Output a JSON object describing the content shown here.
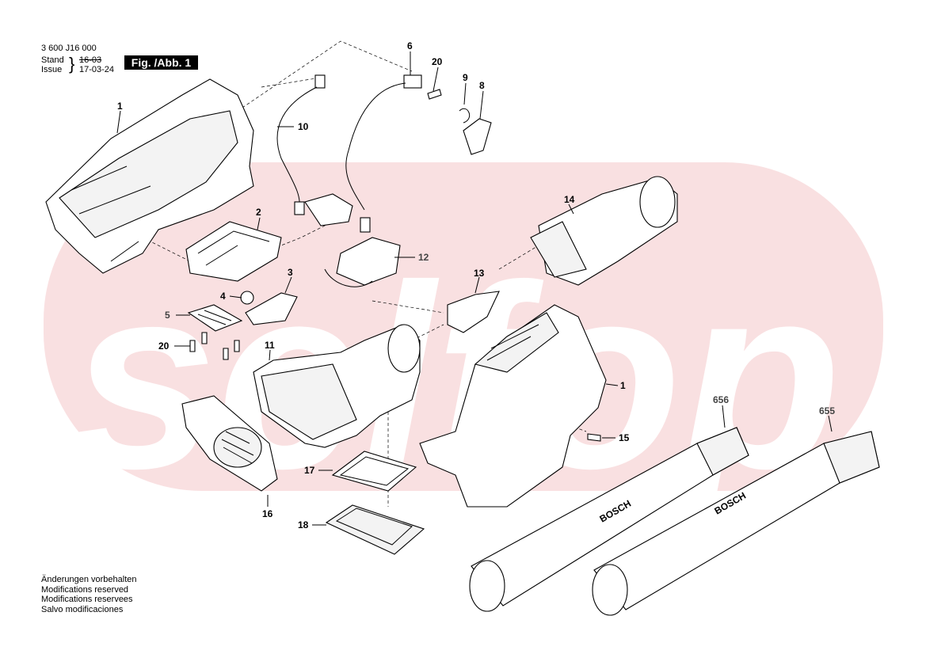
{
  "header": {
    "part_number": "3 600 J16 000",
    "stand_label": "Stand",
    "issue_label": "Issue",
    "old_date": "16-03",
    "issue_date": "17-03-24",
    "figure_label": "Fig. /Abb. 1"
  },
  "footer": {
    "lines": [
      "Änderungen vorbehalten",
      "Modifications reserved",
      "Modifications reservees",
      "Salvo modificaciones"
    ]
  },
  "callouts": {
    "c1a": "1",
    "c1b": "1",
    "c2": "2",
    "c3": "3",
    "c4": "4",
    "c5": "5",
    "c6": "6",
    "c8": "8",
    "c9": "9",
    "c10": "10",
    "c11": "11",
    "c12": "12",
    "c13": "13",
    "c14": "14",
    "c15": "15",
    "c16": "16",
    "c17": "17",
    "c18": "18",
    "c20a": "20",
    "c20b": "20",
    "c655": "655",
    "c656": "656"
  },
  "tube_brand": "BOSCH",
  "colors": {
    "watermark": "#f4c7c9",
    "ink": "#000000"
  }
}
